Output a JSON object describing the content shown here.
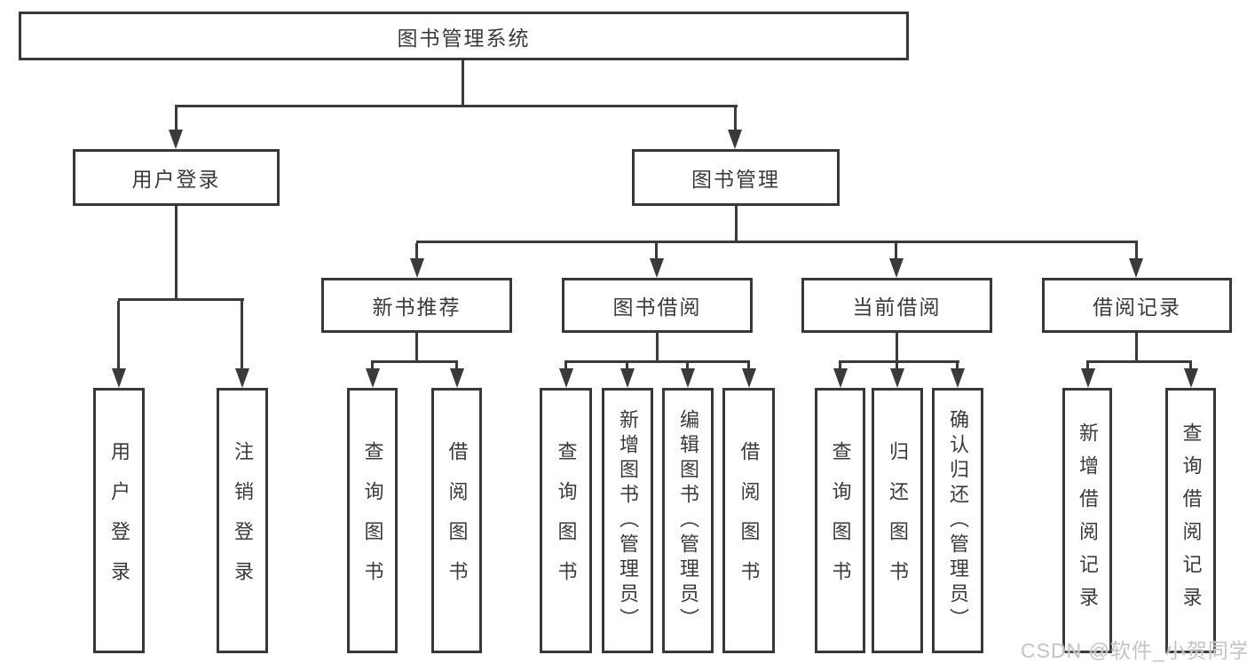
{
  "tree": {
    "root": {
      "label": "图书管理系统"
    },
    "user_login": {
      "label": "用户登录",
      "children": [
        {
          "label": "用户登录"
        },
        {
          "label": "注销登录"
        }
      ]
    },
    "book_management": {
      "label": "图书管理",
      "children": [
        {
          "label": "新书推荐",
          "children": [
            {
              "label": "查询图书"
            },
            {
              "label": "借阅图书"
            }
          ]
        },
        {
          "label": "图书借阅",
          "children": [
            {
              "label": "查询图书"
            },
            {
              "label": "新增图书（管理员）"
            },
            {
              "label": "编辑图书（管理员）"
            },
            {
              "label": "借阅图书"
            }
          ]
        },
        {
          "label": "当前借阅",
          "children": [
            {
              "label": "查询图书"
            },
            {
              "label": "归还图书"
            },
            {
              "label": "确认归还（管理员）"
            }
          ]
        },
        {
          "label": "借阅记录",
          "children": [
            {
              "label": "新增借阅记录"
            },
            {
              "label": "查询借阅记录"
            }
          ]
        }
      ]
    }
  },
  "watermark": {
    "text": "CSDN @软件_小贺同学"
  },
  "colors": {
    "line": "#3a3a3a",
    "box_border": "#383838",
    "text": "#3a3a3a",
    "watermark": "#c3c3c3",
    "background": "#ffffff"
  }
}
